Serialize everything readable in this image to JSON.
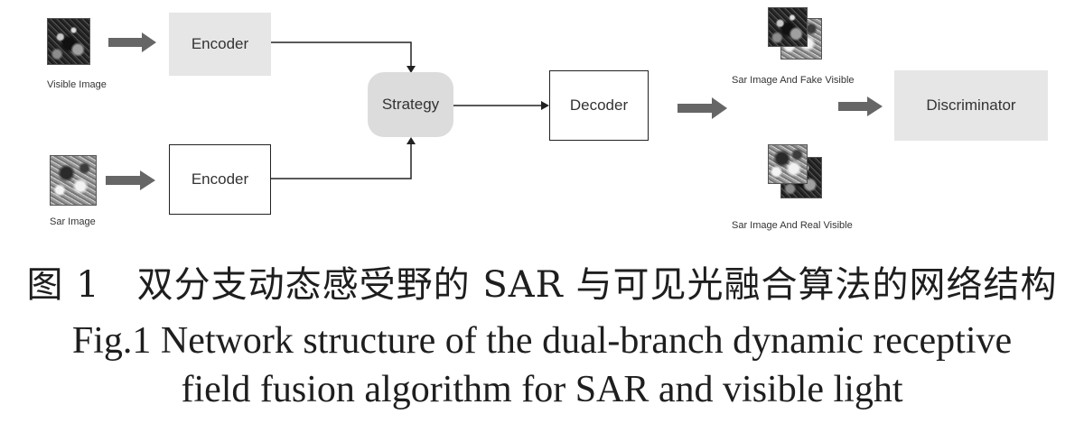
{
  "diagram": {
    "nodes": {
      "encoder_visible": "Encoder",
      "encoder_sar": "Encoder",
      "strategy": "Strategy",
      "decoder": "Decoder",
      "discriminator": "Discriminator"
    },
    "labels": {
      "visible_image": "Visible Image",
      "sar_image": "Sar Image",
      "fake_pair": "Sar Image And Fake Visible",
      "real_pair": "Sar Image And Real Visible"
    },
    "colors": {
      "box_fill": "#e6e6e6",
      "strategy_fill": "#dcdcdc",
      "arrow": "#666666",
      "line": "#222222",
      "text": "#333333"
    }
  },
  "caption": {
    "zh": "图 1　双分支动态感受野的 SAR 与可见光融合算法的网络结构",
    "en_line1": "Fig.1 Network structure of the dual-branch dynamic receptive",
    "en_line2": "field fusion algorithm for SAR and visible light"
  }
}
